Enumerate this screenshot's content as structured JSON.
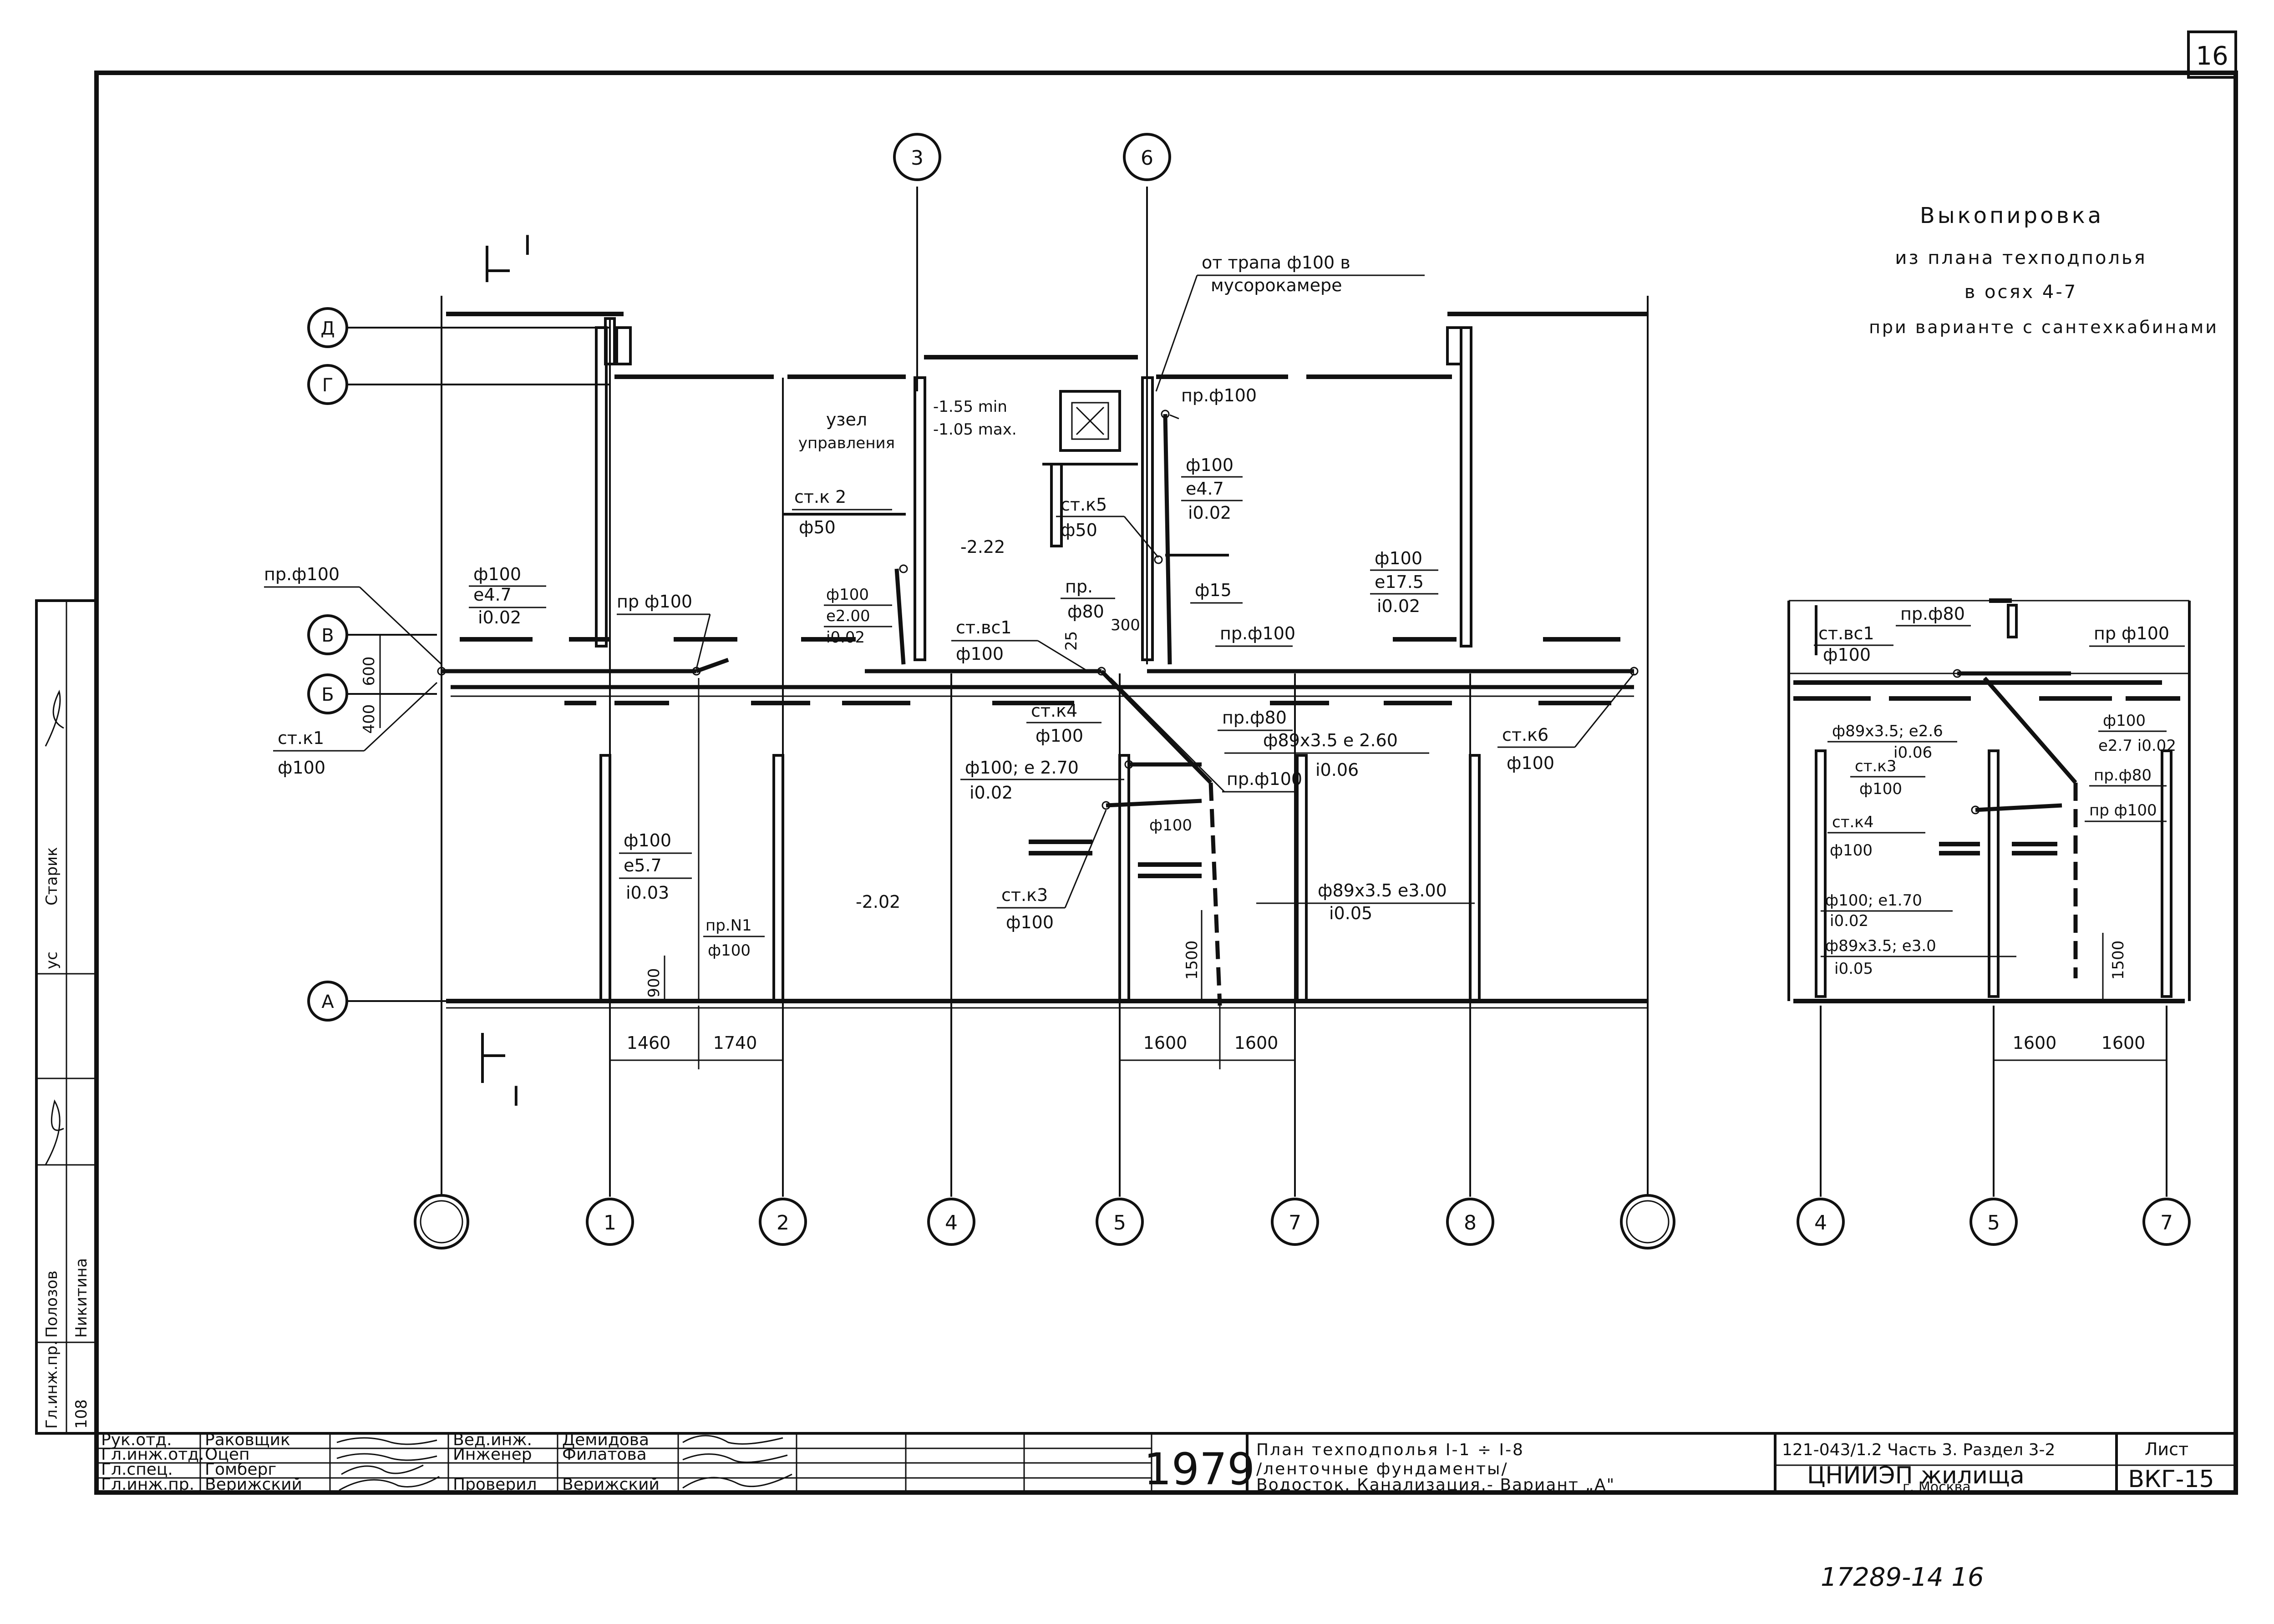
{
  "sheet_corner_number": "16",
  "heading": {
    "line1": "Выкопировка",
    "line2": "из плана техподполья",
    "line3": "в осях 4-7",
    "line4": "при варианте с сантехкабинами"
  },
  "axes": {
    "column_numbers": [
      "1",
      "2",
      "4",
      "5",
      "7",
      "8"
    ],
    "top_numbers": [
      "3",
      "6"
    ],
    "row_letters": [
      "Д",
      "Г",
      "В",
      "Б",
      "А"
    ],
    "inset_numbers": [
      "4",
      "5",
      "7"
    ]
  },
  "section_marks": {
    "label": "I"
  },
  "dimensions": {
    "main_bottom": [
      "1460",
      "1740",
      "1600",
      "1600"
    ],
    "inset_bottom": [
      "1600",
      "1600"
    ],
    "vertical_600": "600",
    "vertical_400": "400",
    "vertical_900": "900",
    "vertical_1500": "1500",
    "inset_vertical_1500": "1500"
  },
  "rooms": {
    "node_title_1": "узел",
    "node_title_2": "управления",
    "elev_min": "-1.55 min",
    "elev_max": "-1.05 max.",
    "level_1": "-2.22",
    "level_2": "-2.02"
  },
  "annotations": {
    "ot_trapa_1": "от трапа ф100 в",
    "ot_trapa_2": "мусорокамере",
    "pr100_a": "пр.ф100",
    "pr100_b": "пр ф100",
    "pr100_c": "пр.ф100",
    "pr100_d": "пр.ф100",
    "pr100_e": "пр.ф100",
    "st_k1": "ст.к1",
    "st_k1_d": "ф100",
    "st_k2": "ст.к 2",
    "st_k2_d": "ф50",
    "st_k5": "ст.к5",
    "st_k5_d": "ф50",
    "st_vs1": "ст.вс1",
    "st_vs1_d": "ф100",
    "pr80_a": "пр.",
    "pr80_b": "ф80",
    "st_k4": "ст.к4",
    "st_k4_d": "ф100",
    "st_k3": "ст.к3",
    "st_k3_d": "ф100",
    "st_k6": "ст.к6",
    "st_k6_d": "ф100",
    "pr80_c": "пр.ф80",
    "pr_n1": "пр.N1",
    "pr_n1_d": "ф100",
    "f15": "ф15",
    "f100_small": "ф100",
    "dim_300": "300",
    "dim_25": "25",
    "p1_a": "ф100",
    "p1_b": "е4.7",
    "p1_c": "i0.02",
    "p2_a": "ф100",
    "p2_b": "е2.00",
    "p2_c": "i0.02",
    "p3_a": "ф100",
    "p3_b": "е4.7",
    "p3_c": "i0.02",
    "p4_a": "ф100",
    "p4_b": "е17.5",
    "p4_c": "i0.02",
    "p5_a": "ф100",
    "p5_b": "е5.7",
    "p5_c": "i0.03",
    "p6_a": "ф100; е 2.70",
    "p6_b": "i0.02",
    "p7_a": "ф89х3.5 е 2.60",
    "p7_b": "i0.06",
    "p8_a": "ф89х3.5 е3.00",
    "p8_b": "i0.05"
  },
  "inset_annotations": {
    "pr80": "пр.ф80",
    "st_vs1": "ст.вс1",
    "st_vs1_d": "ф100",
    "pr100": "пр ф100",
    "f100_e": "ф100",
    "e27": "е2.7 i0.02",
    "f89_a": "ф89х3.5; е2.6",
    "f89_b": "i0.06",
    "st_k3": "ст.к3",
    "st_k3_d": "ф100",
    "pr80_b": "пр.ф80",
    "st_k4": "ст.к4",
    "st_k4_d": "ф100",
    "pr100_b": "пр ф100",
    "f100_e17a": "ф100; е1.70",
    "f100_e17b": "i0.02",
    "f89_e3a": "ф89х3.5; е3.0",
    "f89_e3b": "i0.05"
  },
  "side_stamp": {
    "col1": "Гл.инж.пр.",
    "col1b": "108",
    "col2": "Полозов",
    "col2b": "Никитина",
    "col3": "ус",
    "col4": "Старик"
  },
  "title_block": {
    "roles": [
      "Рук.отд.",
      "Гл.инж.отд.",
      "Гл.спец.",
      "Гл.инж.пр."
    ],
    "names": [
      "Раковщик",
      "Оцеп",
      "Гомберг",
      "Верижский"
    ],
    "roles2": [
      "Вед.инж.",
      "Инженер",
      "Проверил"
    ],
    "names2": [
      "Демидова",
      "Филатова",
      "Верижский"
    ],
    "year": "1979",
    "title_line1": "План техподполья I-1 ÷ I-8",
    "title_line2": "/ленточные фундаменты/",
    "title_line3": "Водосток. Канализация.- Вариант „А\"",
    "project_code": "121-043/1.2 Часть 3. Раздел 3-2",
    "org": "ЦНИИЭП жилища",
    "city": "г. Москва",
    "sheet_label": "Лист",
    "sheet_code": "ВКГ-15"
  },
  "footer_code": "17289-14 16"
}
